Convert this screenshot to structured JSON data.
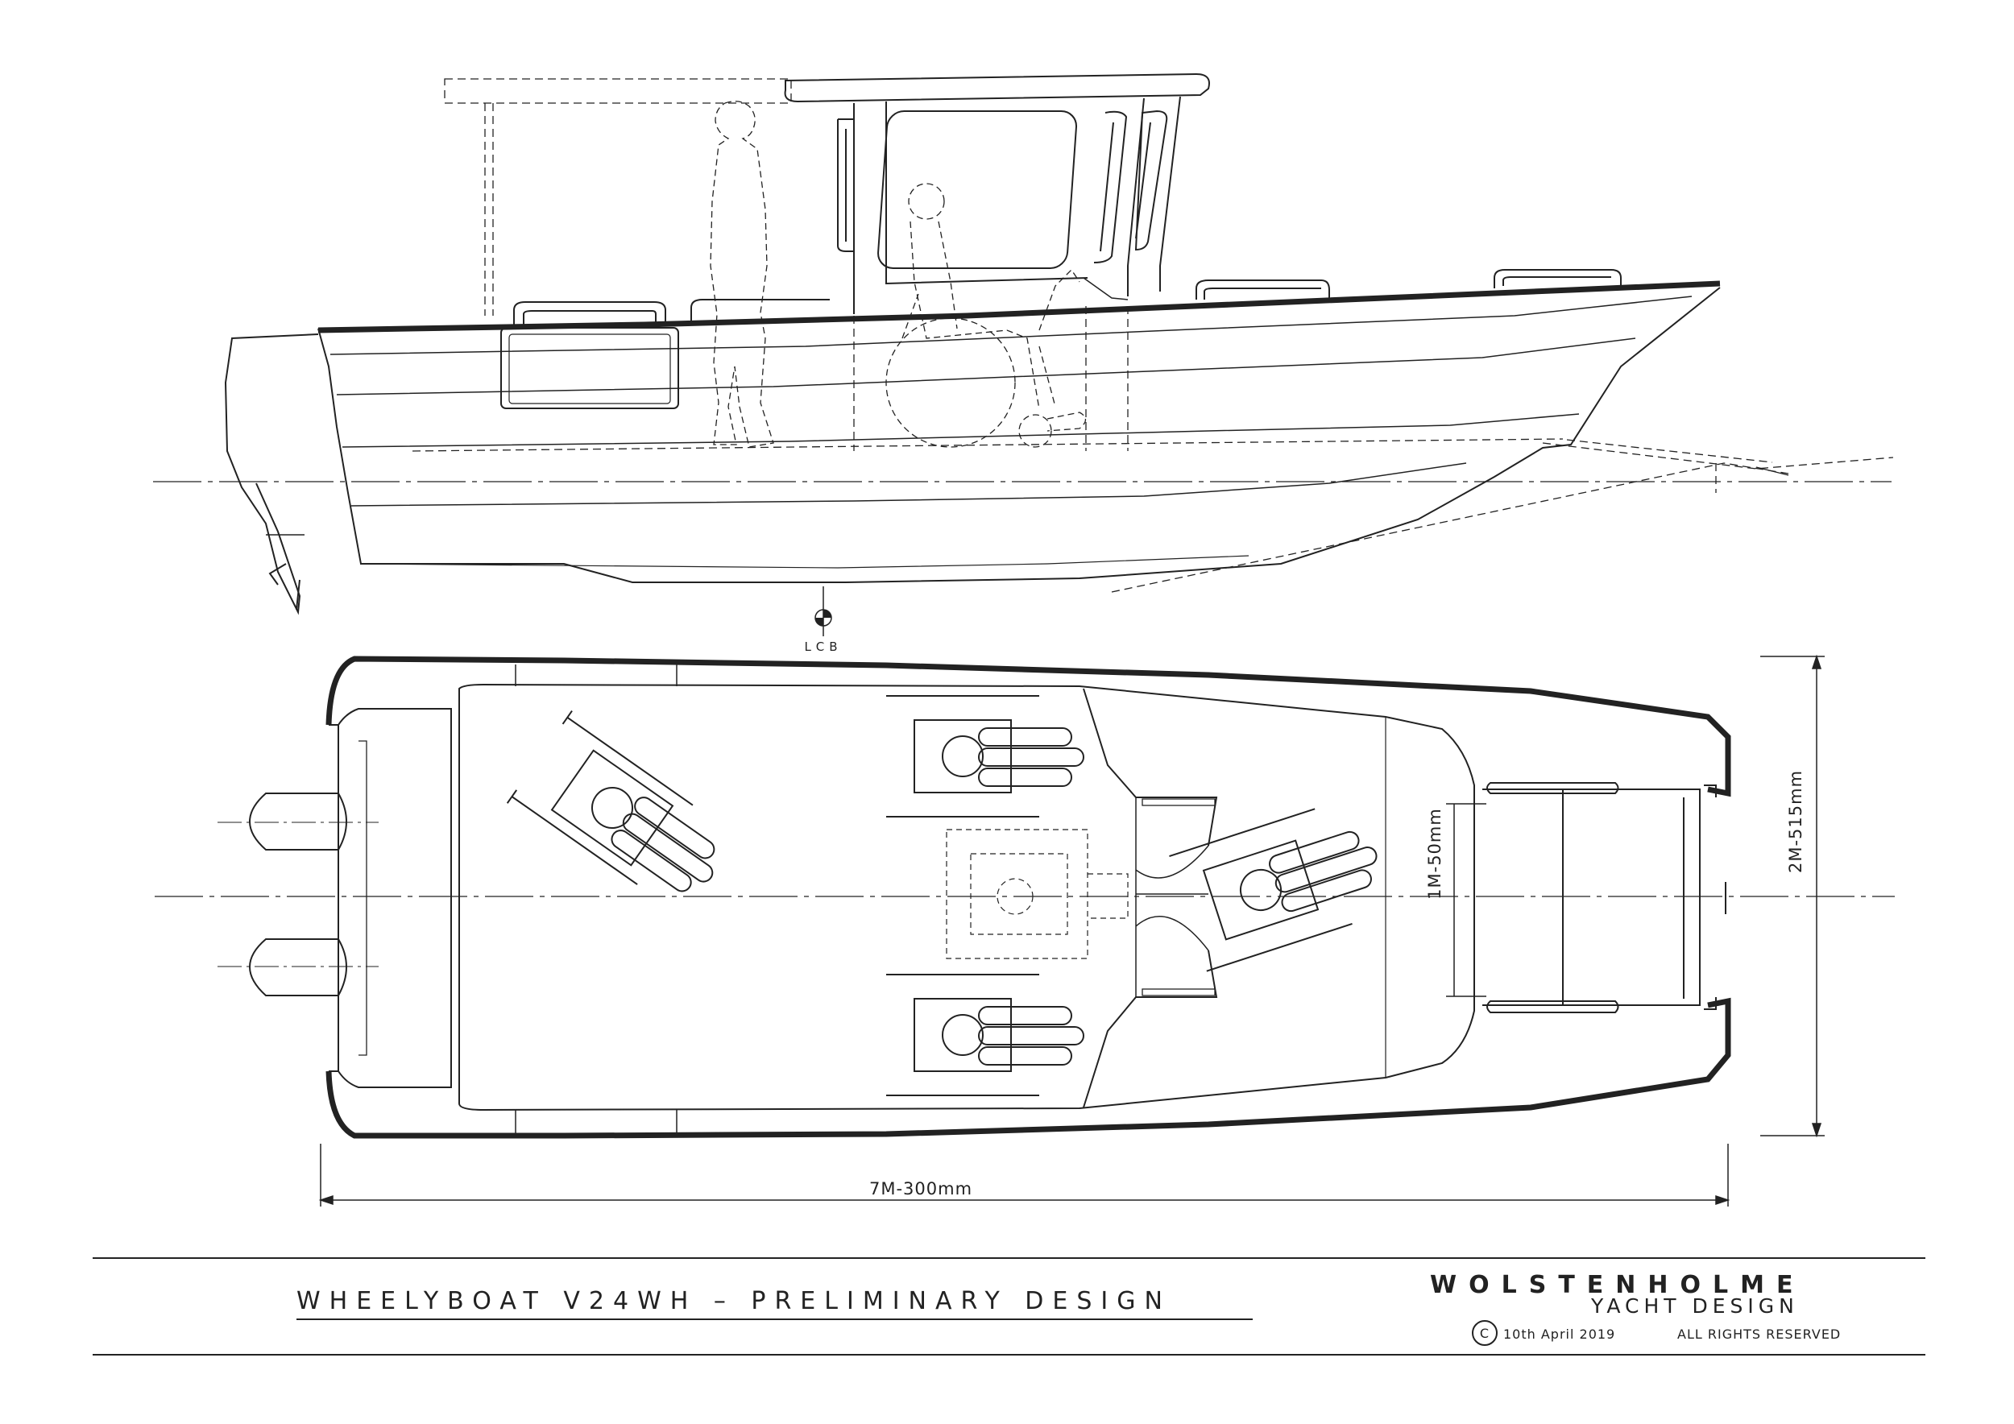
{
  "drawing": {
    "lcb_label": "LCB",
    "dim_beam": "2M-515mm",
    "dim_opening": "1M-50mm",
    "dim_length": "7M-300mm"
  },
  "title_block": {
    "title": "WHEELYBOAT V24WH   –   PRELIMINARY DESIGN",
    "company": "WOLSTENHOLME",
    "company_sub": "YACHT DESIGN",
    "copyright_symbol": "C",
    "date": "10th April 2019",
    "rights": "ALL RIGHTS RESERVED"
  }
}
